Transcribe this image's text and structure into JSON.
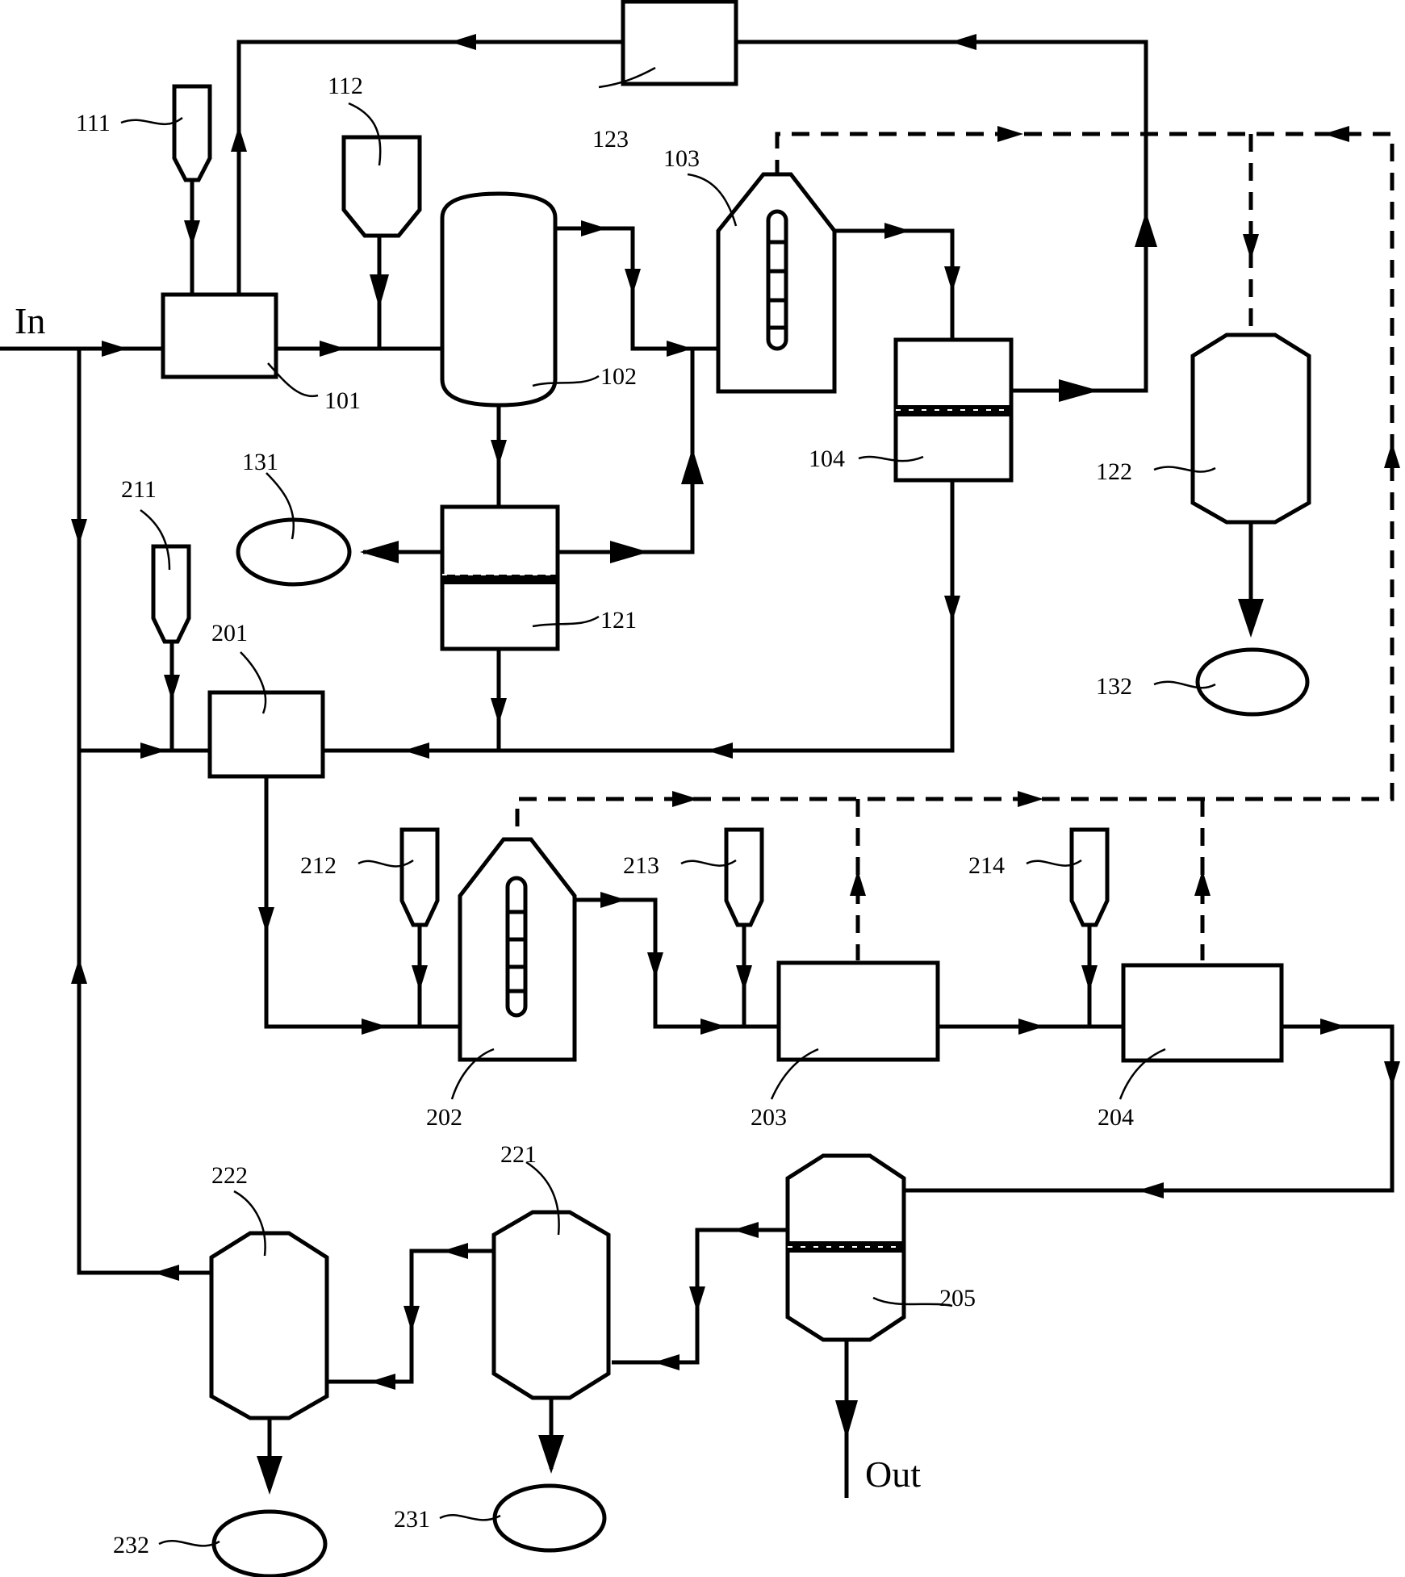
{
  "inlet_label": "In",
  "outlet_label": "Out",
  "labels": {
    "n101": "101",
    "n102": "102",
    "n103": "103",
    "n104": "104",
    "n111": "111",
    "n112": "112",
    "n121": "121",
    "n122": "122",
    "n123": "123",
    "n131": "131",
    "n132": "132",
    "n201": "201",
    "n202": "202",
    "n203": "203",
    "n204": "204",
    "n205": "205",
    "n211": "211",
    "n212": "212",
    "n213": "213",
    "n214": "214",
    "n221": "221",
    "n222": "222",
    "n231": "231",
    "n232": "232"
  }
}
